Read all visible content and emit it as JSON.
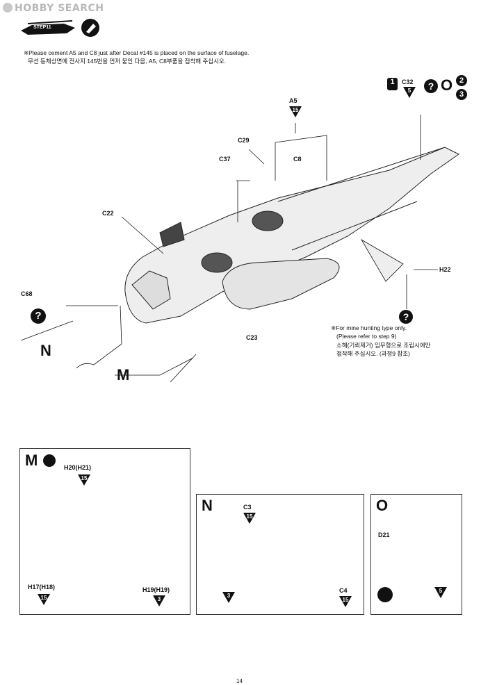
{
  "watermark": "HOBBY SEARCH",
  "step": {
    "label": "STEP11",
    "icon": "cement-bottle-icon"
  },
  "note_en": "※Please cement A5 and C8 just after Decal #145 is placed on the surface of fuselage.",
  "note_ko": "무선 동체상면에 전사지 145번을 먼저 붙인 다음, A5, C8부품을 접착해 주십시오.",
  "labels": {
    "a5": "A5",
    "a5_num": "15",
    "c8": "C8",
    "c29": "C29",
    "c37": "C37",
    "c22": "C22",
    "c32": "C32",
    "c32_num": "5",
    "c68": "C68",
    "c23": "C23",
    "h22": "H22",
    "n": "N",
    "m": "M",
    "o": "O",
    "n1": "1",
    "n2": "2",
    "n3": "3",
    "q": "?"
  },
  "mine_note": {
    "line1": "※For mine hunting type only.",
    "line2": "(Please refer to step 9)",
    "line3": "소해(기뢰제거) 임무형으로 조립시에만",
    "line4": "접착해 주십시오. (과정9 참조)"
  },
  "panel_m": {
    "title": "M",
    "h20": "H20(H21)",
    "h20_num": "15",
    "h17": "H17(H18)",
    "h17_num": "15",
    "h19": "H19(H19)",
    "h19_num": "3"
  },
  "panel_n": {
    "title": "N",
    "c3": "C3",
    "c3_num": "15",
    "c4": "C4",
    "c4_num": "15",
    "paint_num": "3"
  },
  "panel_o": {
    "title": "O",
    "d21": "D21",
    "paint_num": "5"
  },
  "page_number": "14"
}
